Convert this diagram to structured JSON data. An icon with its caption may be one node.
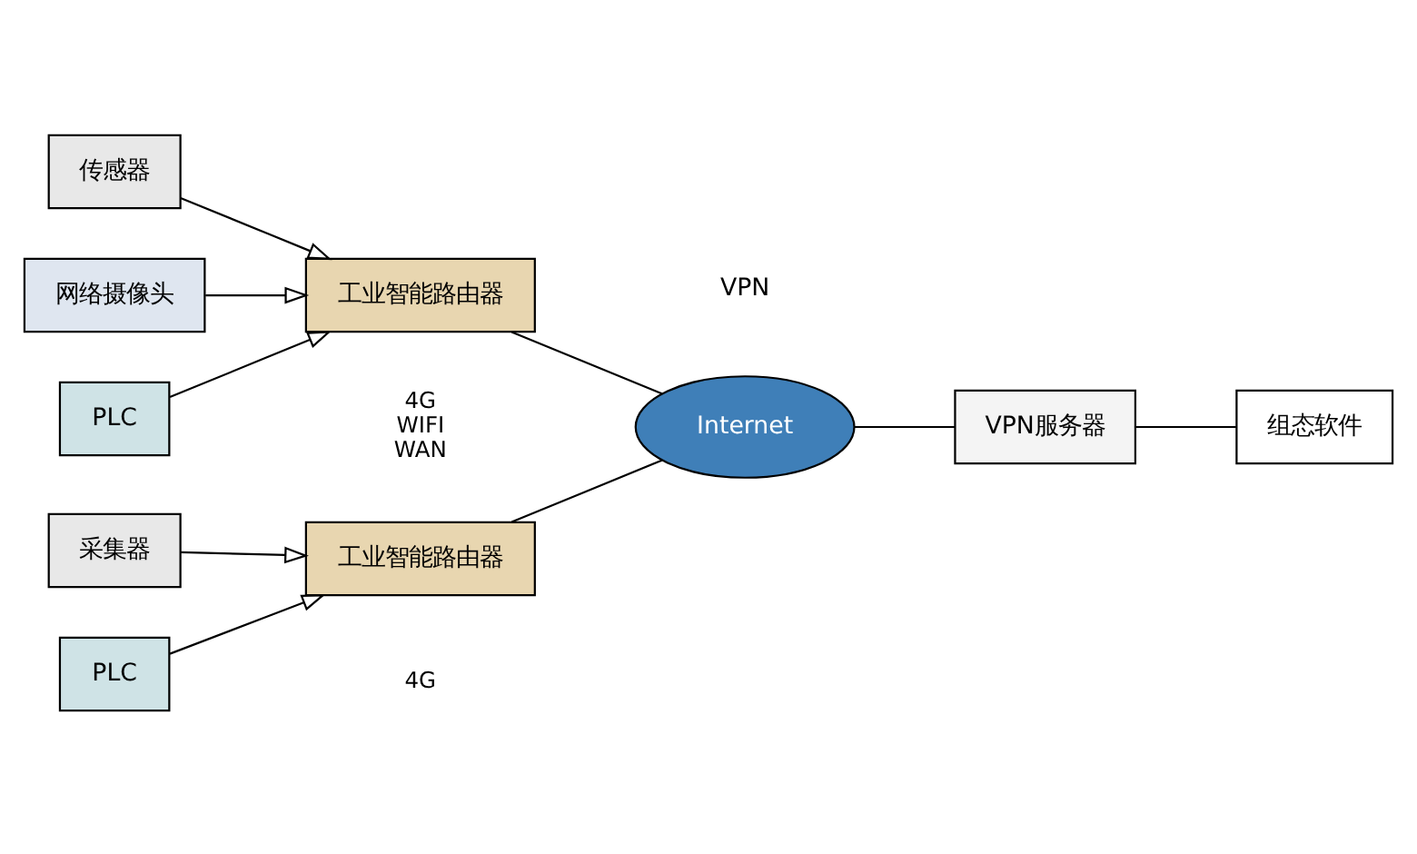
{
  "diagram": {
    "nodes": [
      {
        "text": [
          "传感器"
        ]
      },
      {
        "text": [
          "网络摄像头"
        ]
      },
      {
        "text": [
          "PLC"
        ]
      },
      {
        "text": [
          "工业智能路由器"
        ],
        "beside": [
          "4G",
          "WIFI",
          "WAN"
        ]
      },
      {
        "text": [
          "采集器"
        ]
      },
      {
        "text": [
          "PLC"
        ]
      },
      {
        "text": [
          "工业智能路由器"
        ],
        "beside": [
          "4G"
        ]
      },
      {
        "text": [
          "Internet"
        ]
      },
      {
        "text": [
          "VPN服务器"
        ]
      },
      {
        "text": [
          "组态软件"
        ]
      }
    ],
    "edges": [
      {
        "from": 0,
        "to": 3,
        "arrow": "to"
      },
      {
        "from": 1,
        "to": 3,
        "arrow": "to"
      },
      {
        "from": 2,
        "to": 3,
        "arrow": "to"
      },
      {
        "from": 4,
        "to": 6,
        "arrow": "to"
      },
      {
        "from": 5,
        "to": 6,
        "arrow": "to"
      },
      {
        "from": 3,
        "to": 7,
        "arrow": "none"
      },
      {
        "from": 6,
        "to": 7,
        "arrow": "none"
      },
      {
        "from": 7,
        "to": 8,
        "arrow": "none"
      },
      {
        "from": 8,
        "to": 9,
        "arrow": "none"
      }
    ],
    "labels": [
      "VPN"
    ]
  }
}
